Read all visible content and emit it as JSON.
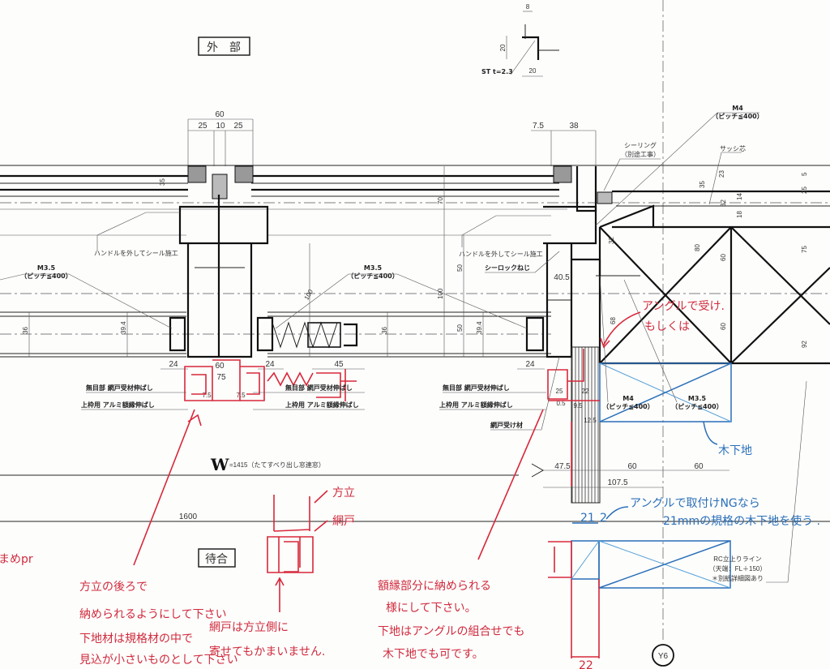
{
  "labels": {
    "exterior": "外　部",
    "waiting_room": "待合",
    "grid_axis": "Y6",
    "angle_material": "ST t=2.3",
    "width_symbol": "W",
    "width_text": "=1415（たてすべり出し窓連窓）",
    "overall_width": "1600",
    "handle_note_left": "ハンドルを外してシール施工",
    "handle_note_right": "ハンドルを外してシール施工",
    "screw_left_1": "M3.5",
    "screw_left_2": "（ピッチ≦400）",
    "screw_mid_1": "M3.5",
    "screw_mid_2": "（ピッチ≦400）",
    "screw_top_1": "M4",
    "screw_top_2": "（ピッチ≦400）",
    "screw_blue_m4_1": "M4",
    "screw_blue_m4_2": "（ピッチ≦400）",
    "screw_blue_m35_1": "M3.5",
    "screw_blue_m35_2": "（ピッチ≦400）",
    "sealing_1": "シーリング",
    "sealing_2": "（別途工事）",
    "sash_center": "サッシ芯",
    "seal_lock_screw": "シーロックねじ",
    "transom_left": "無目部 網戸受材伸ばし",
    "frame_left": "上枠用 アルミ額縁伸ばし",
    "transom_mid": "無目部 網戸受材伸ばし",
    "frame_mid": "上枠用 アルミ額縁伸ばし",
    "transom_right": "無目部 網戸受材伸ばし",
    "frame_right": "上枠用 アルミ額縁伸ばし",
    "screen_receiver": "網戸受け材",
    "rc_1": "RC立上りライン",
    "rc_2": "（天端：FL＋150）",
    "rc_3": "＊別紙詳細図あり"
  },
  "dimensions": {
    "angle_8": "8",
    "angle_20v": "20",
    "angle_20h": "20",
    "top_60": "60",
    "top_25a": "25",
    "top_10": "10",
    "top_25b": "25",
    "top_7_5": "7.5",
    "top_38": "38",
    "v70": "70",
    "v100a": "100",
    "v50a": "50",
    "v100b": "100",
    "v50b": "50",
    "v50c": "50",
    "v39_4a": "39.4",
    "v39_4b": "39.4",
    "v36a": "36",
    "v36b": "36",
    "v35c": "35",
    "d24a": "24",
    "d60": "60",
    "d75": "75",
    "d7_5a": "7.5",
    "d7_5b": "7.5",
    "d24b": "24",
    "d45": "45",
    "d24c": "24",
    "d40_5": "40.5",
    "d25": "25",
    "d22": "22",
    "d0_5": "0.5",
    "d9_5": "9.5",
    "d12_5": "12.5",
    "r23": "23",
    "r35": "35",
    "r14": "14",
    "r32a": "32",
    "r18": "18",
    "r32b": "32",
    "r80": "80",
    "r60a": "60",
    "r60b": "60",
    "r68": "68",
    "r75": "75",
    "r92": "92",
    "r25": "25",
    "r5": "5",
    "b47_5": "47.5",
    "b60a": "60",
    "b60b": "60",
    "b107_5": "107.5",
    "hw21": "21",
    "hw2": "2",
    "hw22": "22"
  },
  "notes": {
    "left_edge": "まめpr",
    "mullion_1": "方立の後ろで",
    "mullion_2": "納められるようにして下さい",
    "mullion_3": "下地材は規格材の中で",
    "mullion_4": "見込が小さいものとして下さい",
    "sketch_mullion": "方立",
    "sketch_screen": "網戸",
    "screen_1": "網戸は方立側に",
    "screen_2": "寄せてもかまいません.",
    "frame_1": "額縁部分に納められる",
    "frame_2": "様にして下さい。",
    "frame_3": "下地はアングルの組合せでも",
    "frame_4": "木下地でも可です。",
    "angle_1": "アングルで受け.",
    "angle_2": "もしくは",
    "wood_base": "木下地",
    "ng_1": "アングルで取付けNGなら",
    "ng_2": "21mmの規格の木下地を使う ."
  },
  "colors": {
    "red_markup": "#d02a3c",
    "blue_markup": "#2a6fb8",
    "ink": "#222222"
  }
}
